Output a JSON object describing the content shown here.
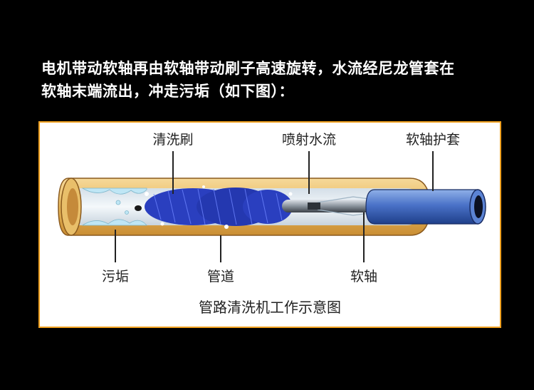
{
  "intro": {
    "line1": "电机带动软轴再由软轴带动刷子高速旋转，水流经尼龙管套在",
    "line2": "软轴末端流出，冲走污垢（如下图）："
  },
  "diagram": {
    "labels": {
      "brush": "清洗刷",
      "jet": "喷射水流",
      "sheath": "软轴护套",
      "dirt": "污垢",
      "pipe": "管道",
      "shaft": "软轴"
    },
    "caption": "管路清洗机工作示意图"
  },
  "colors": {
    "background": "#000000",
    "panel_border": "#f0a020",
    "pipe": "#e8b85c",
    "brush": "#2a3fbf",
    "sheath": "#4a72c8",
    "water": "#bfe6f5"
  }
}
